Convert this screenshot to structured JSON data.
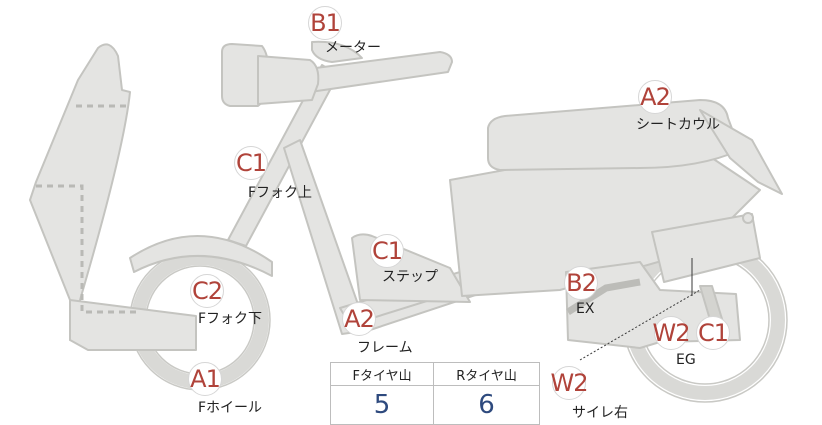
{
  "parts": {
    "meter": {
      "grade": "B1",
      "label": "メーター"
    },
    "seat_cowl": {
      "grade": "A2",
      "label": "シートカウル"
    },
    "fork_upper": {
      "grade": "C1",
      "label": "Fフォク上"
    },
    "step": {
      "grade": "C1",
      "label": "ステップ"
    },
    "fork_lower": {
      "grade": "C2",
      "label": "Fフォク下"
    },
    "frame": {
      "grade": "A2",
      "label": "フレーム"
    },
    "front_wheel": {
      "grade": "A1",
      "label": "Fホイール"
    },
    "exhaust": {
      "grade": "B2",
      "label": "EX"
    },
    "engine": {
      "grade_a": "W2",
      "grade_b": "C1",
      "label": "EG"
    },
    "muffler_right": {
      "grade": "W2",
      "label": "サイレ右"
    }
  },
  "tire_table": {
    "headers": [
      "Fタイヤ山",
      "Rタイヤ山"
    ],
    "values": [
      "5",
      "6"
    ]
  },
  "colors": {
    "grade_text": "#b0433a",
    "tire_value": "#2e4a7e",
    "body_fill": "#e4e4e2",
    "outline": "#c4c4c0"
  }
}
